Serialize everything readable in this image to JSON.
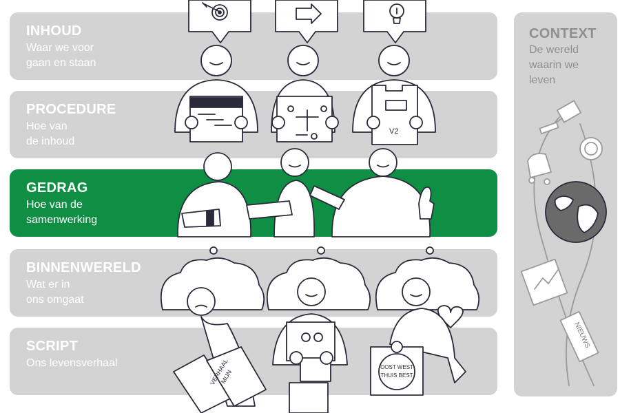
{
  "layers": [
    {
      "title": "INHOUD",
      "subtitle_lines": [
        "Waar we voor",
        "gaan en staan"
      ]
    },
    {
      "title": "PROCEDURE",
      "subtitle_lines": [
        "Hoe van",
        "de inhoud"
      ]
    },
    {
      "title": "GEDRAG",
      "subtitle_lines": [
        "Hoe van de",
        "samenwerking"
      ]
    },
    {
      "title": "BINNENWERELD",
      "subtitle_lines": [
        "Wat er in",
        "ons omgaat"
      ]
    },
    {
      "title": "SCRIPT",
      "subtitle_lines": [
        "Ons levensverhaal"
      ]
    }
  ],
  "context": {
    "title": "CONTEXT",
    "subtitle_lines": [
      "De wereld",
      "waarin we",
      "leven"
    ]
  },
  "illustration_text": {
    "document_version": "V2",
    "book_title_line1": "MIJN",
    "book_title_line2": "VERHAAL",
    "sign_line1": "OOST WEST",
    "sign_line2": "THUIS BEST",
    "newspaper": "NIEUWS"
  },
  "colors": {
    "band": "#d3d3d3",
    "active_band": "#0f8f44",
    "context_text": "#8f8f8f",
    "ink": "#2a2a3a"
  }
}
